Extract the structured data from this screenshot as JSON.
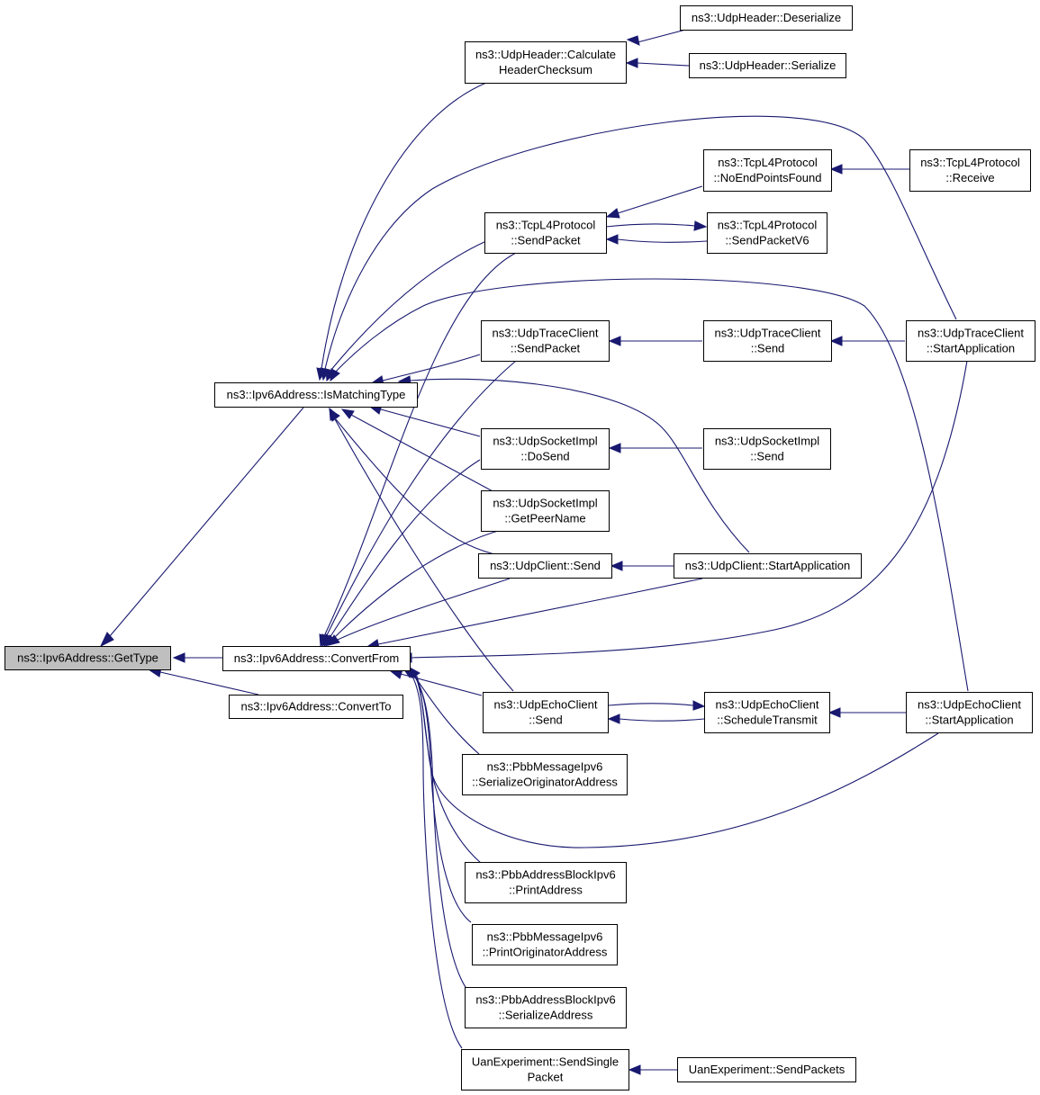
{
  "diagram": {
    "type": "call-graph",
    "colors": {
      "edge": "#191970",
      "node_border": "#000000",
      "node_fill": "#ffffff",
      "root_fill": "#bfbfbf"
    },
    "nodes": [
      {
        "id": "gettype",
        "lines": [
          "ns3::Ipv6Address::GetType"
        ],
        "root": true
      },
      {
        "id": "ismatching",
        "lines": [
          "ns3::Ipv6Address::IsMatchingType"
        ]
      },
      {
        "id": "convertfrom",
        "lines": [
          "ns3::Ipv6Address::ConvertFrom"
        ]
      },
      {
        "id": "convertto",
        "lines": [
          "ns3::Ipv6Address::ConvertTo"
        ]
      },
      {
        "id": "udphdr_calc",
        "lines": [
          "ns3::UdpHeader::Calculate",
          "HeaderChecksum"
        ]
      },
      {
        "id": "udphdr_deser",
        "lines": [
          "ns3::UdpHeader::Deserialize"
        ]
      },
      {
        "id": "udphdr_ser",
        "lines": [
          "ns3::UdpHeader::Serialize"
        ]
      },
      {
        "id": "tcp_noend",
        "lines": [
          "ns3::TcpL4Protocol",
          "::NoEndPointsFound"
        ]
      },
      {
        "id": "tcp_receive",
        "lines": [
          "ns3::TcpL4Protocol",
          "::Receive"
        ]
      },
      {
        "id": "tcp_sendpacket",
        "lines": [
          "ns3::TcpL4Protocol",
          "::SendPacket"
        ]
      },
      {
        "id": "tcp_sendv6",
        "lines": [
          "ns3::TcpL4Protocol",
          "::SendPacketV6"
        ]
      },
      {
        "id": "utc_sendpacket",
        "lines": [
          "ns3::UdpTraceClient",
          "::SendPacket"
        ]
      },
      {
        "id": "utc_send",
        "lines": [
          "ns3::UdpTraceClient",
          "::Send"
        ]
      },
      {
        "id": "utc_start",
        "lines": [
          "ns3::UdpTraceClient",
          "::StartApplication"
        ]
      },
      {
        "id": "usi_dosend",
        "lines": [
          "ns3::UdpSocketImpl",
          "::DoSend"
        ]
      },
      {
        "id": "usi_send",
        "lines": [
          "ns3::UdpSocketImpl",
          "::Send"
        ]
      },
      {
        "id": "usi_peer",
        "lines": [
          "ns3::UdpSocketImpl",
          "::GetPeerName"
        ]
      },
      {
        "id": "uc_send",
        "lines": [
          "ns3::UdpClient::Send"
        ]
      },
      {
        "id": "uc_start",
        "lines": [
          "ns3::UdpClient::StartApplication"
        ]
      },
      {
        "id": "uec_send",
        "lines": [
          "ns3::UdpEchoClient",
          "::Send"
        ]
      },
      {
        "id": "uec_sched",
        "lines": [
          "ns3::UdpEchoClient",
          "::ScheduleTransmit"
        ]
      },
      {
        "id": "uec_start",
        "lines": [
          "ns3::UdpEchoClient",
          "::StartApplication"
        ]
      },
      {
        "id": "pbbm_ser",
        "lines": [
          "ns3::PbbMessageIpv6",
          "::SerializeOriginatorAddress"
        ]
      },
      {
        "id": "pbbab_print",
        "lines": [
          "ns3::PbbAddressBlockIpv6",
          "::PrintAddress"
        ]
      },
      {
        "id": "pbbm_print",
        "lines": [
          "ns3::PbbMessageIpv6",
          "::PrintOriginatorAddress"
        ]
      },
      {
        "id": "pbbab_ser",
        "lines": [
          "ns3::PbbAddressBlockIpv6",
          "::SerializeAddress"
        ]
      },
      {
        "id": "uan_single",
        "lines": [
          "UanExperiment::SendSingle",
          "Packet"
        ]
      },
      {
        "id": "uan_packets",
        "lines": [
          "UanExperiment::SendPackets"
        ]
      }
    ]
  }
}
